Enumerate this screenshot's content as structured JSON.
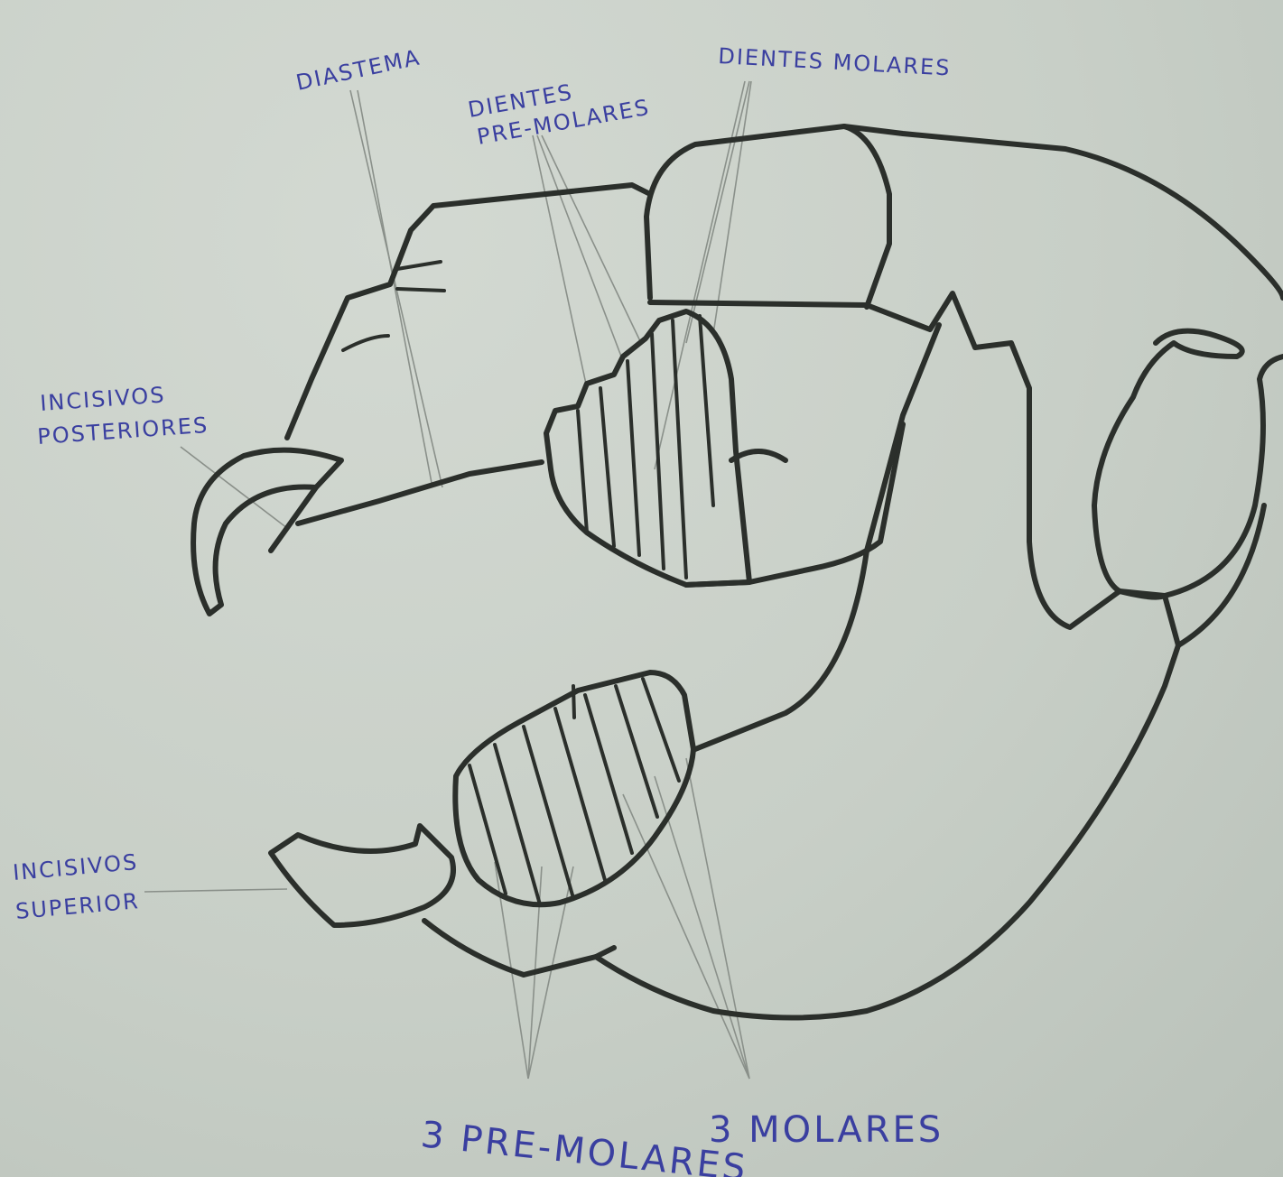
{
  "labels": {
    "diastema": "DIASTEMA",
    "dientes_pre_molares_line1": "DIENTES",
    "dientes_pre_molares_line2": "PRE-MOLARES",
    "dientes_molares": "DIENTES MOLARES",
    "incisivos_posteriores_line1": "INCISIVOS",
    "incisivos_posteriores_line2": "POSTERIORES",
    "incisivo_superior_line1": "INCISIVOS",
    "incisivo_superior_line2": "SUPERIOR",
    "tres_pre_molares": "3 PRE-MOLARES",
    "tres_molares": "3 MOLARES"
  },
  "colors": {
    "paper": "#c9d0c9",
    "pencil": "#2b2f2b",
    "ink_label": "#3a3fa0"
  }
}
